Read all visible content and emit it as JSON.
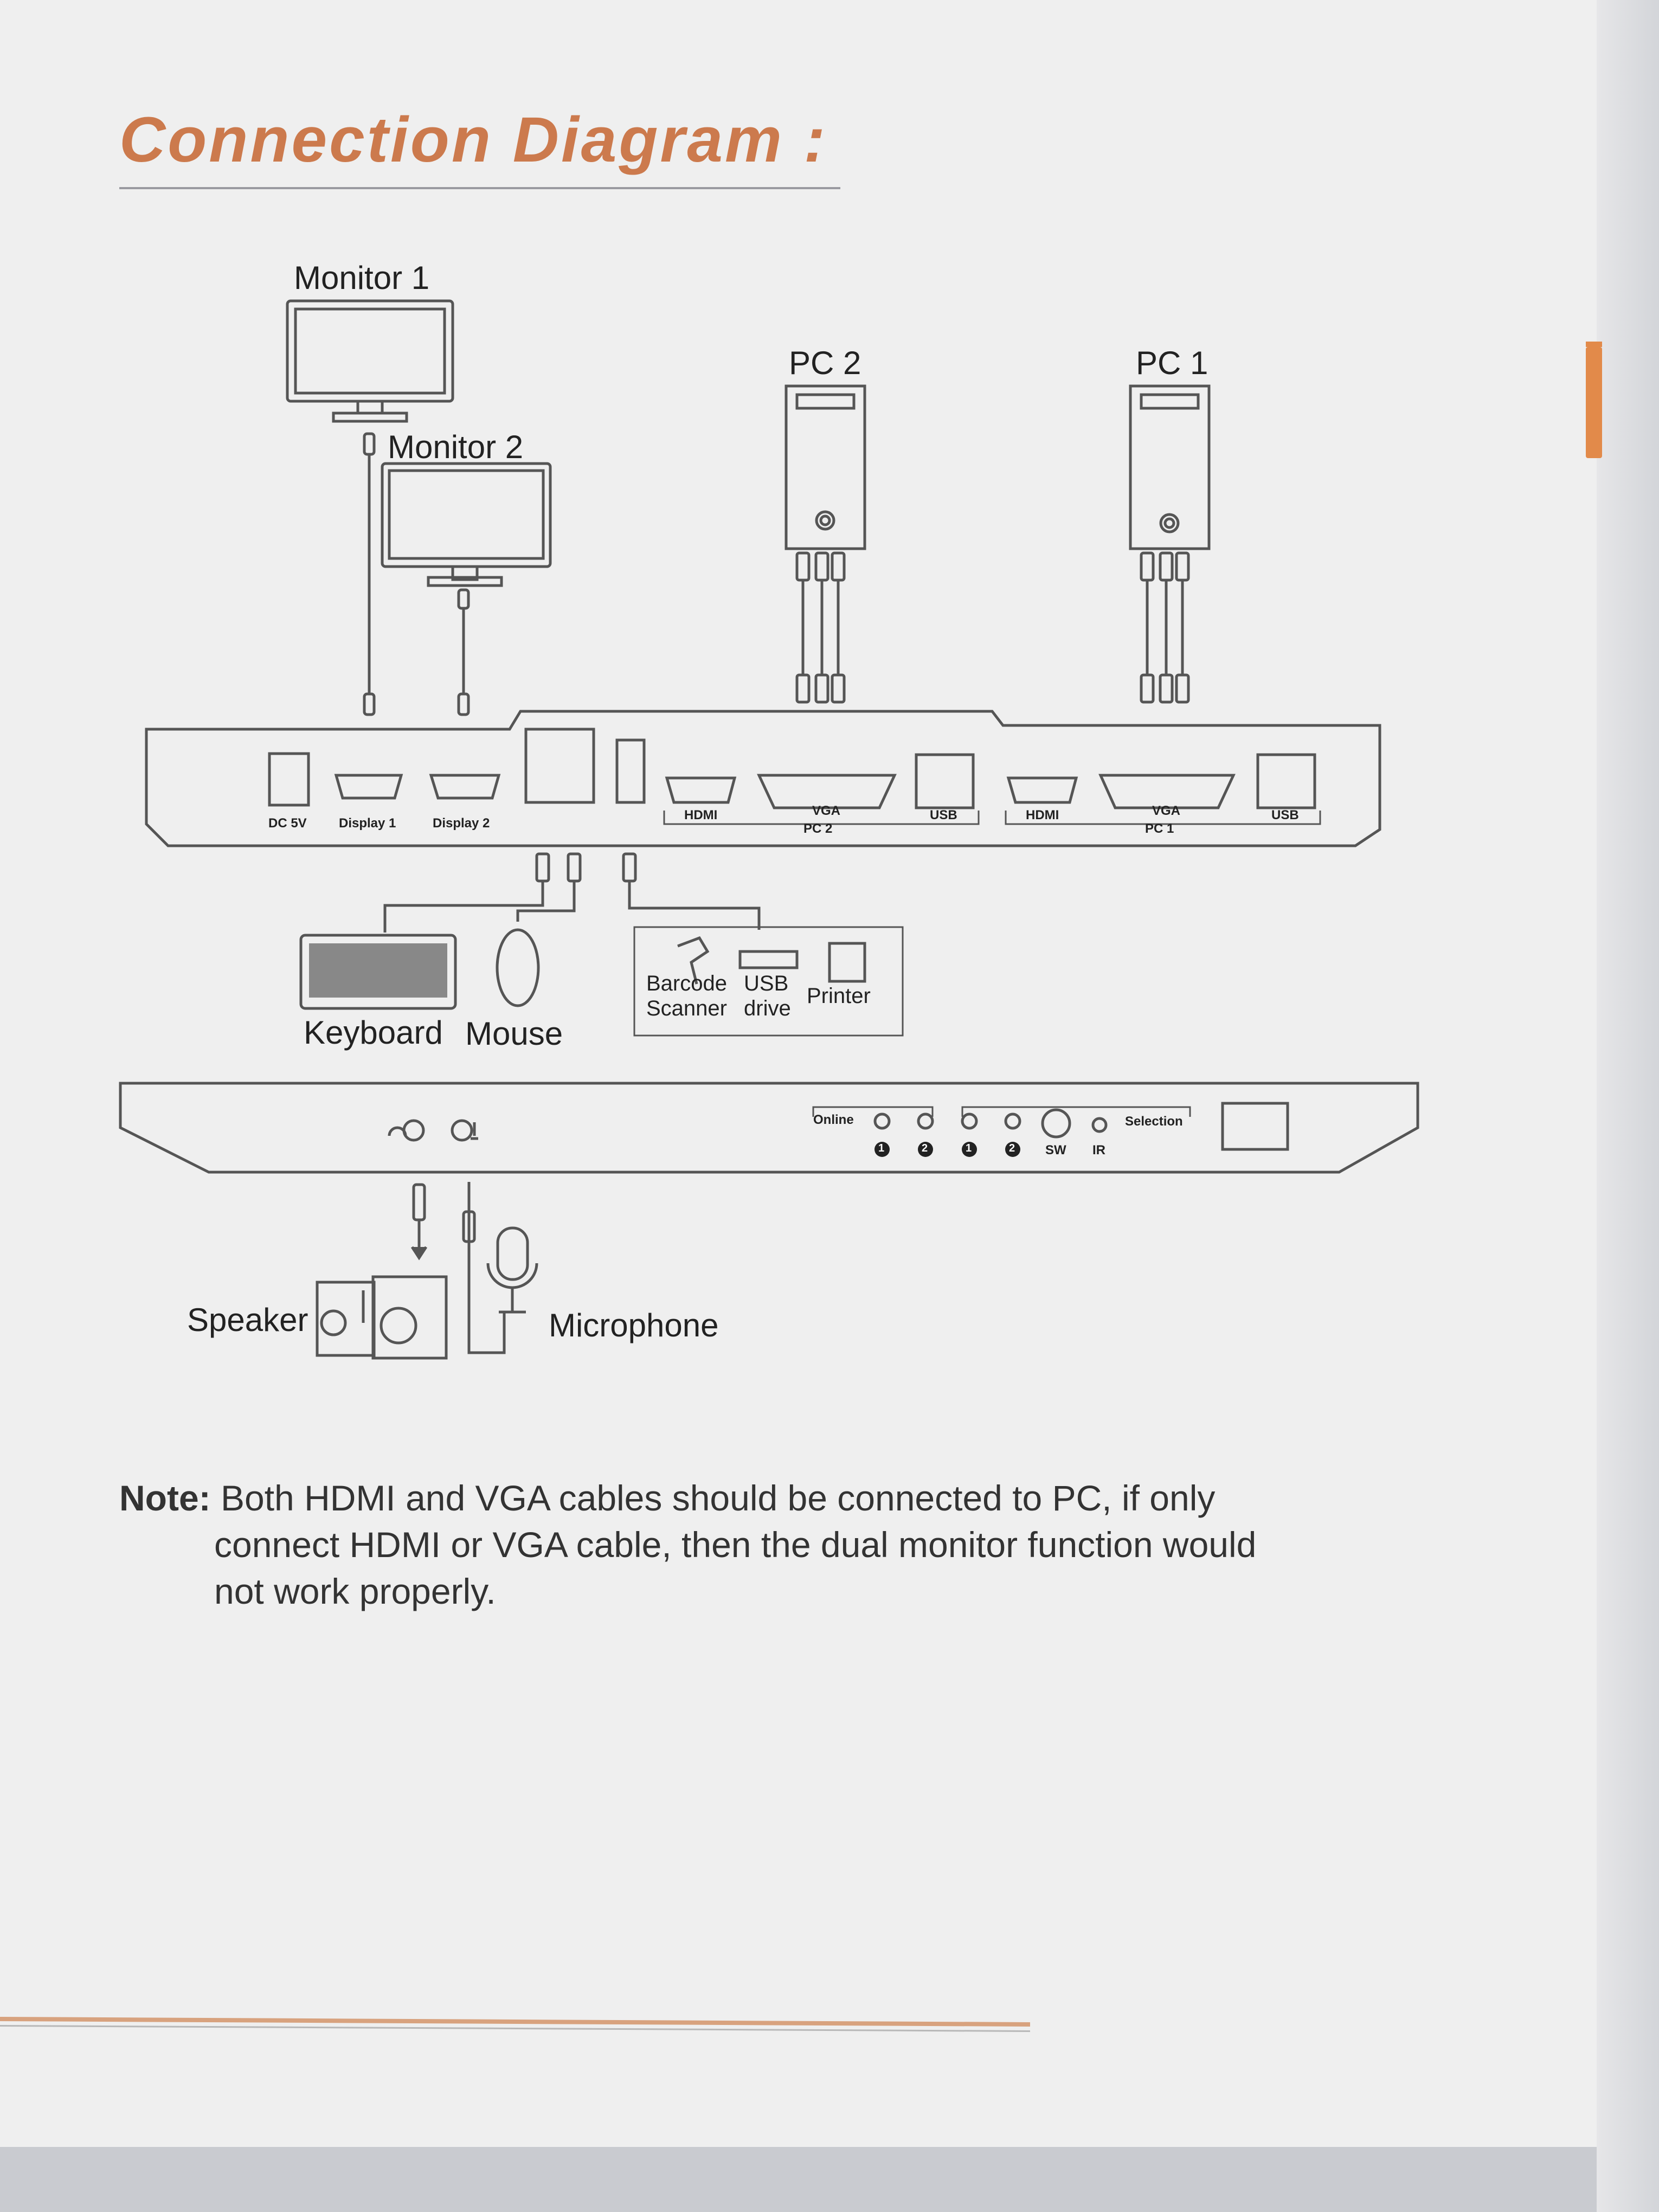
{
  "title": "Connection Diagram :",
  "devices": {
    "monitor1": "Monitor  1",
    "monitor2": "Monitor  2",
    "pc2": "PC 2",
    "pc1": "PC 1",
    "keyboard": "Keyboard",
    "mouse": "Mouse",
    "barcode": "Barcode",
    "scanner": "Scanner",
    "usb": "USB",
    "drive": "drive",
    "printer": "Printer",
    "speaker": "Speaker",
    "microphone": "Microphone"
  },
  "rear_panel": {
    "dc5v": "DC 5V",
    "display1": "Display 1",
    "display2": "Display 2",
    "hdmi_pc2": "HDMI",
    "vga_pc2": "VGA",
    "pc2_label": "PC 2",
    "usb_pc2": "USB",
    "hdmi_pc1": "HDMI",
    "vga_pc1": "VGA",
    "pc1_label": "PC 1",
    "usb_pc1": "USB"
  },
  "front_panel": {
    "online": "Online",
    "sw": "SW",
    "ir": "IR",
    "selection": "Selection",
    "n1a": "1",
    "n2a": "2",
    "n1b": "1",
    "n2b": "2"
  },
  "note": {
    "label": "Note:",
    "line1": " Both HDMI and VGA cables should be connected to PC, if only",
    "line2": "connect HDMI or VGA cable, then the dual monitor function would",
    "line3": "not work properly."
  },
  "colors": {
    "accent": "#cc7a4d",
    "line": "#555555"
  }
}
